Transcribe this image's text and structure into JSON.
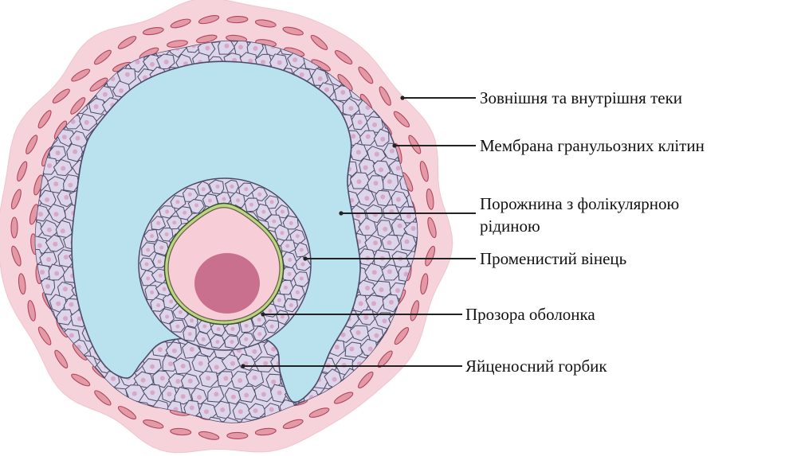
{
  "labels": {
    "theca": "Зовнішня та внутрішня теки",
    "granulosa": "Мембрана гранульозних клітин",
    "antrum_line1": "Порожнина з фолікулярною",
    "antrum_line2": "рідиною",
    "corona": "Променистий вінець",
    "zona": "Прозора оболонка",
    "cumulus": "Яйценосний горбик"
  },
  "colors": {
    "theca": "#f6d3db",
    "theca_cells": "#e49aa6",
    "granulosa_cells": "#ddd5ea",
    "cell_outline": "#4b4a68",
    "cell_nucleus": "#d9a8c8",
    "antrum": "#b9e1ee",
    "zona_pellucida": "#b9d683",
    "oocyte": "#f7cdd7",
    "oocyte_nucleus": "#c9708e",
    "leader_line": "#222222"
  }
}
